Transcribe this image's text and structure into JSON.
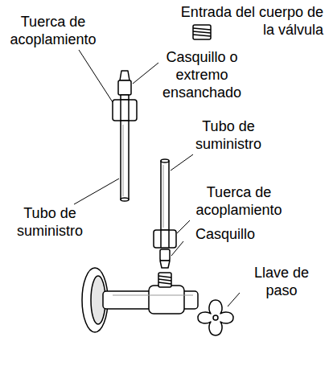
{
  "diagram": {
    "labels": [
      "Entrada del cuerpo de la válvula",
      "Tuerca de acoplamiento",
      "Casquillo o extremo ensanchado",
      "Tubo de suministro",
      "Tubo de suministro",
      "Tuerca de acoplamiento",
      "Casquillo",
      "Llave de paso"
    ]
  }
}
